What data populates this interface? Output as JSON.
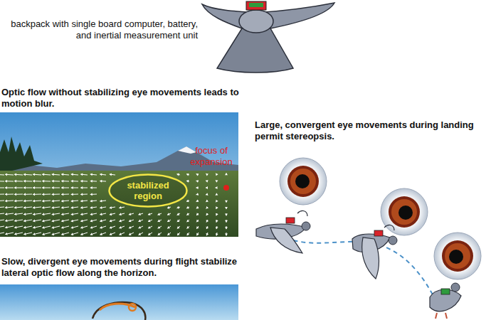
{
  "diagram": {
    "nodes": [
      {
        "text": [
          "stabilized region"
        ]
      }
    ],
    "labels": [
      "backpack with single board computer, battery, and inertial measurement unit",
      "Optic flow without stabilizing eye movements leads to motion blur.",
      "focus of expansion",
      "Large, convergent eye movements during landing permit stereopsis.",
      "Slow, divergent eye movements during flight stabilize lateral optic flow along the horizon."
    ]
  }
}
